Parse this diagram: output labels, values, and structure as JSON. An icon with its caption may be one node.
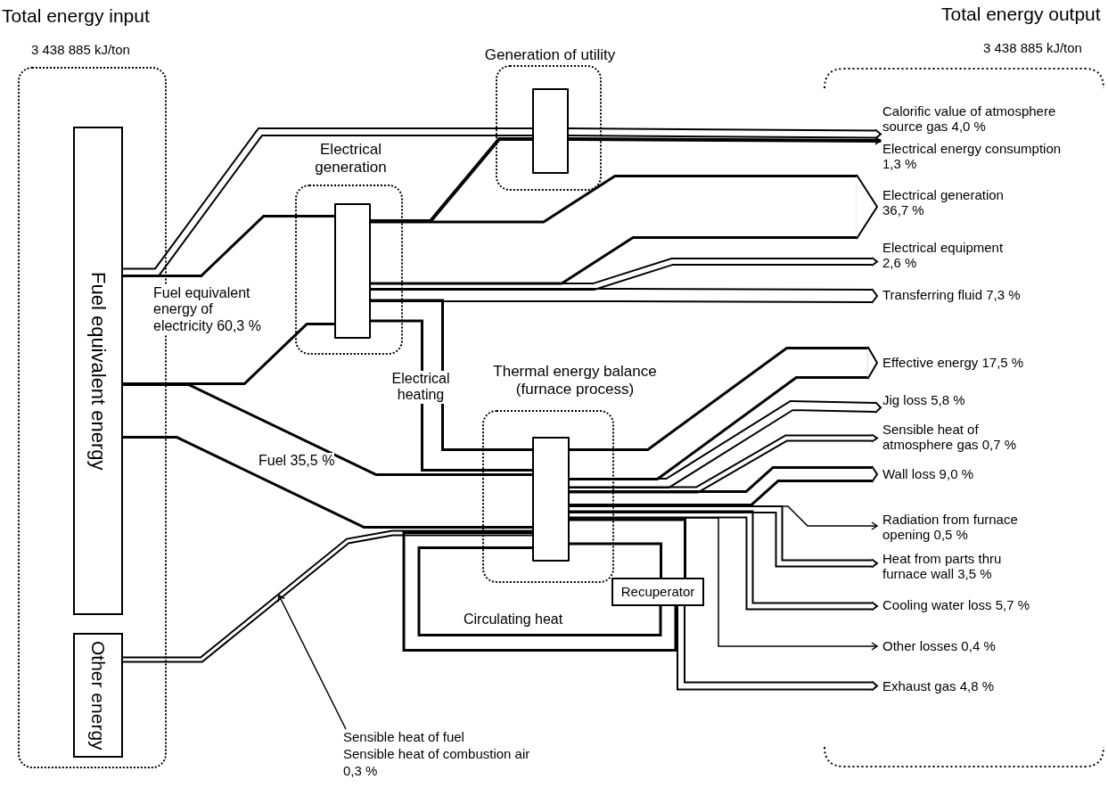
{
  "diagram": {
    "nodes": [
      {
        "text": [
          "Total energy input",
          "3 438 885 kJ/ton"
        ]
      },
      {
        "text": [
          "Fuel equivalent energy"
        ],
        "in": 0
      },
      {
        "text": [
          "Other energy"
        ],
        "in": 0
      },
      {
        "text": [
          "Electrical generation"
        ]
      },
      {
        "text": [],
        "shape": "box",
        "in": 3
      },
      {
        "text": [
          "Generation of utility"
        ]
      },
      {
        "text": [],
        "shape": "box",
        "in": 5
      },
      {
        "text": [
          "Thermal energy balance (furnace process)"
        ]
      },
      {
        "text": [],
        "shape": "box",
        "in": 7
      },
      {
        "text": [
          "Recuperator"
        ]
      },
      {
        "text": [
          "Total energy output",
          "3 438 885 kJ/ton"
        ]
      },
      {
        "text": [
          "Calorific value of atmosphere source gas 4,0 %"
        ],
        "in": 10
      },
      {
        "text": [
          "Electrical energy consumption 1,3 %"
        ],
        "in": 10
      },
      {
        "text": [
          "Electrical generation 36,7 %"
        ],
        "in": 10
      },
      {
        "text": [
          "Electrical equipment 2,6 %"
        ],
        "in": 10
      },
      {
        "text": [
          "Transferring fluid 7,3 %"
        ],
        "in": 10
      },
      {
        "text": [
          "Effective energy 17,5 %"
        ],
        "in": 10
      },
      {
        "text": [
          "Jig loss 5,8 %"
        ],
        "in": 10
      },
      {
        "text": [
          "Sensible heat of atmosphere gas 0,7 %"
        ],
        "in": 10
      },
      {
        "text": [
          "Wall loss 9,0 %"
        ],
        "in": 10
      },
      {
        "text": [
          "Radiation from furnace opening 0,5 %"
        ],
        "in": 10
      },
      {
        "text": [
          "Heat from parts thru furnace wall 3,5 %"
        ],
        "in": 10
      },
      {
        "text": [
          "Cooling water loss 5,7 %"
        ],
        "in": 10
      },
      {
        "text": [
          "Other losses 0,4 %"
        ],
        "in": 10
      },
      {
        "text": [
          "Exhaust gas 4,8 %"
        ],
        "in": 10
      },
      {
        "text": [
          "Sensible heat of fuel",
          "Sensible heat of combustion air 0,3 %"
        ]
      }
    ],
    "edges": [
      {
        "from": 1,
        "to": 6,
        "arrow": "none"
      },
      {
        "from": 6,
        "to": 11,
        "arrow": "to"
      },
      {
        "from": 1,
        "to": 4,
        "arrow": "none",
        "style": "thick",
        "label": "Fuel equivalent energy of electricity 60,3 %"
      },
      {
        "from": 4,
        "to": 6,
        "arrow": "none"
      },
      {
        "from": 6,
        "to": 12,
        "arrow": "to"
      },
      {
        "from": 4,
        "to": 13,
        "arrow": "to",
        "style": "thick"
      },
      {
        "from": 4,
        "to": 14,
        "arrow": "to"
      },
      {
        "from": 4,
        "to": 15,
        "arrow": "to"
      },
      {
        "from": 4,
        "to": 8,
        "arrow": "none",
        "style": "thick",
        "label": "Electrical heating"
      },
      {
        "from": 1,
        "to": 8,
        "arrow": "none",
        "style": "thick",
        "label": "Fuel 35,5 %"
      },
      {
        "from": 2,
        "to": 8,
        "arrow": "none"
      },
      {
        "from": 8,
        "to": 16,
        "arrow": "to",
        "style": "thick"
      },
      {
        "from": 8,
        "to": 17,
        "arrow": "to"
      },
      {
        "from": 8,
        "to": 18,
        "arrow": "to"
      },
      {
        "from": 8,
        "to": 19,
        "arrow": "to",
        "style": "thick"
      },
      {
        "from": 8,
        "to": 20,
        "arrow": "to"
      },
      {
        "from": 8,
        "to": 21,
        "arrow": "to"
      },
      {
        "from": 8,
        "to": 22,
        "arrow": "to"
      },
      {
        "from": 8,
        "to": 23,
        "arrow": "to"
      },
      {
        "from": 8,
        "to": 9,
        "arrow": "none",
        "style": "thick"
      },
      {
        "from": 9,
        "to": 8,
        "arrow": "none",
        "style": "thick",
        "label": "Circulating heat"
      },
      {
        "from": 9,
        "to": 24,
        "arrow": "to"
      },
      {
        "from": 25,
        "to": null,
        "arrow": "to"
      }
    ]
  }
}
